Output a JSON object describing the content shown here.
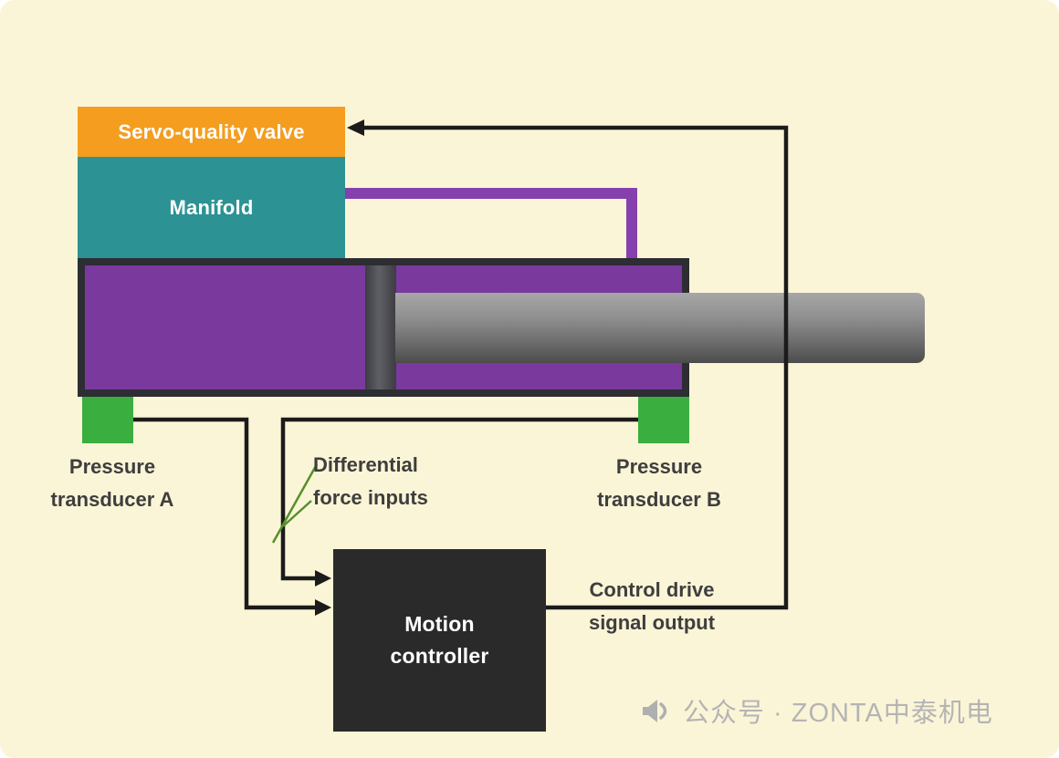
{
  "background": "#FBF5D7",
  "diagram": {
    "valve": {
      "label": "Servo-quality valve",
      "color": "#F49D1F"
    },
    "manifold": {
      "label": "Manifold",
      "color": "#2C9293"
    },
    "cylinder": {
      "body_color": "#7A3A9D",
      "piston_color": "#3C3C42",
      "rod_color": "#8A8A8A"
    },
    "transducer_a": {
      "label": "Pressure\ntransducer A",
      "color": "#3AAE3F"
    },
    "transducer_b": {
      "label": "Pressure\ntransducer B",
      "color": "#3AAE3F"
    },
    "differential_inputs": {
      "label": "Differential\nforce inputs"
    },
    "motion_controller": {
      "label": "Motion\ncontroller",
      "color": "#2A2A2A"
    },
    "control_output": {
      "label": "Control drive\nsignal output"
    },
    "line_colors": {
      "signal": "#1B1B1B",
      "hydraulic": "#8640AD",
      "callout": "#55902C"
    }
  },
  "watermark": {
    "icon": "megaphone-icon",
    "text": "公众号 · ZONTA中泰机电",
    "color": "#B4B4B4"
  }
}
